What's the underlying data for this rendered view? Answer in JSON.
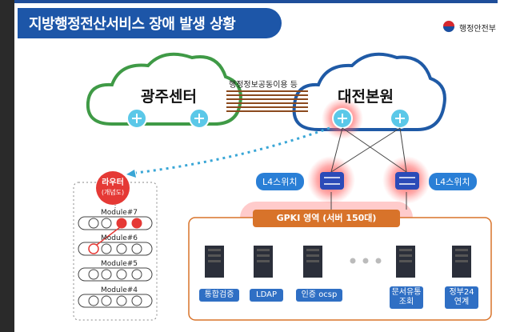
{
  "header": {
    "title": "지방행정전산서비스 장애 발생 상황",
    "ministry": "행정안전부"
  },
  "clouds": {
    "left": "광주센터",
    "right": "대전본원"
  },
  "link_label": "행정정보공동이용 등",
  "switches": {
    "left_label": "L4스위치",
    "right_label": "L4스위치"
  },
  "router": {
    "label": "라우터",
    "sub": "(개념도)"
  },
  "modules": [
    "Module#7",
    "Module#6",
    "Module#5",
    "Module#4"
  ],
  "gpki": {
    "label": "GPKI 영역 (서버 150대)"
  },
  "servers": [
    "통합검증",
    "LDAP",
    "인증 ocsp"
  ],
  "servers_right": [
    {
      "line1": "문서유통",
      "line2": "조회"
    },
    {
      "line1": "정부24",
      "line2": "연계"
    }
  ],
  "colors": {
    "title_bar": "#1d56a8",
    "fault_glow": "#ff3b3b",
    "gpki_bar": "#d8732a",
    "label_blue": "#2f6fc4",
    "left_cloud": "#3f9a46",
    "right_cloud": "#1f5aa6"
  }
}
